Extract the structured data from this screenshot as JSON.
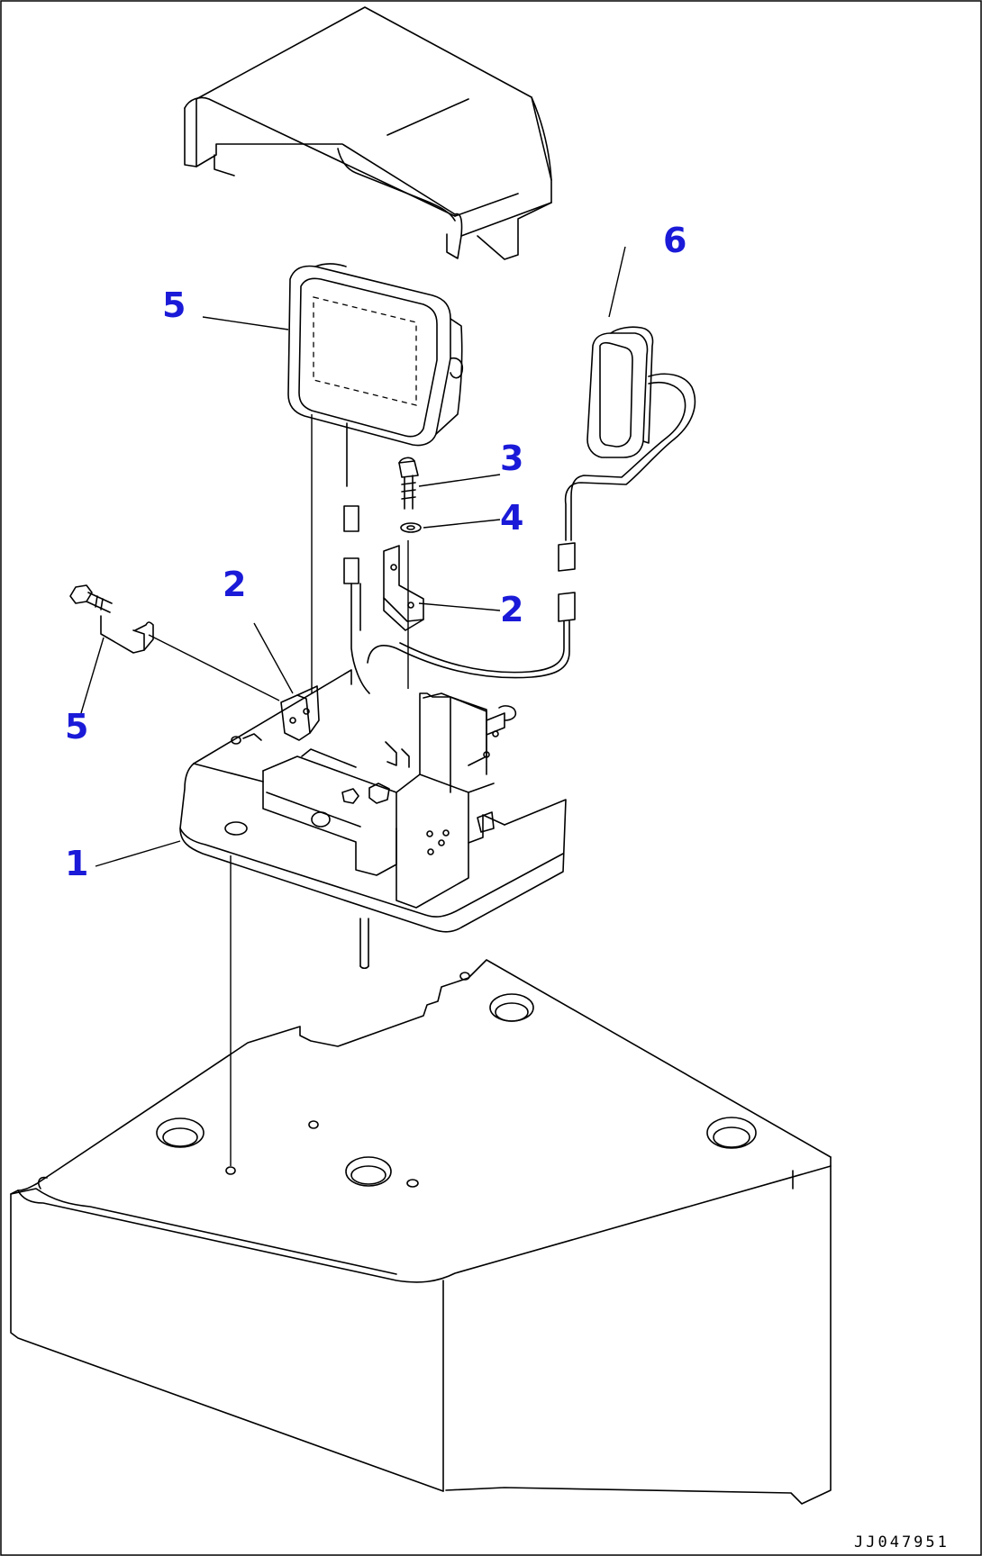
{
  "callouts": [
    {
      "label": "1"
    },
    {
      "label": "2"
    },
    {
      "label": "2"
    },
    {
      "label": "3"
    },
    {
      "label": "4"
    },
    {
      "label": "5"
    },
    {
      "label": "5"
    },
    {
      "label": "6"
    }
  ],
  "drawing_reference": "JJ047951",
  "colors": {
    "callout": "#1a1ad8",
    "line": "#000000",
    "background": "#ffffff"
  }
}
